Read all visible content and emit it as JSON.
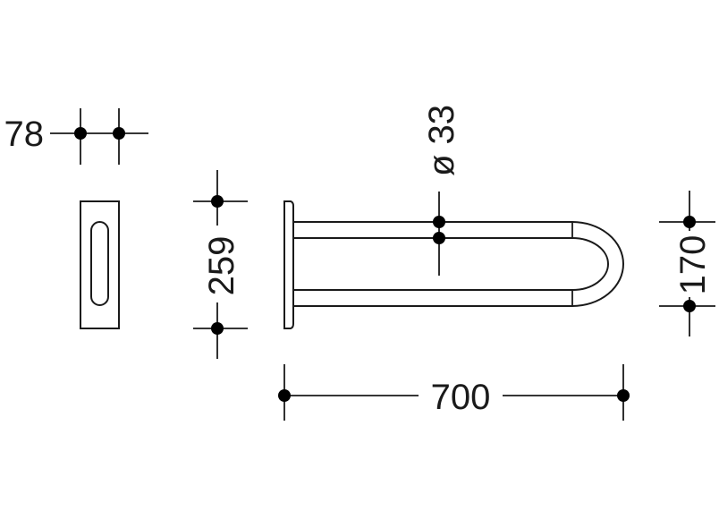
{
  "dimensions": {
    "width_top_left": "78",
    "height_left": "259",
    "diameter": "ø 33",
    "height_right": "170",
    "length_bottom": "700"
  },
  "colors": {
    "line": "#1a1a1a",
    "dot": "#000000",
    "background": "#ffffff"
  }
}
